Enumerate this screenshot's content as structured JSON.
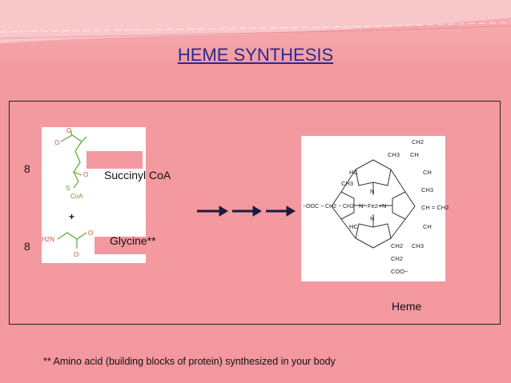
{
  "title": "HEME SYNTHESIS",
  "reactants": {
    "succinyl": {
      "coefficient": "8",
      "label": "Succinyl CoA"
    },
    "plus": "+",
    "glycine": {
      "coefficient": "8",
      "label": "Glycine**"
    }
  },
  "product": {
    "label": "Heme"
  },
  "footnote": "** Amino acid (building blocks of protein) synthesized in your body",
  "structure_labels": {
    "succinyl_coa": [
      "O",
      "O",
      "O",
      "S",
      "CoA"
    ],
    "glycine": [
      "H2N",
      "O",
      "O"
    ],
    "heme": [
      "CH2",
      "CH3",
      "CH",
      "HC",
      "CH",
      "CH3",
      "N",
      "CH3",
      "−OOC − CH2 − CH2",
      "N",
      "Fe2+",
      "N",
      "CH = CH2",
      "N",
      "HC",
      "CH",
      "CH2",
      "CH3",
      "CH2",
      "COO−"
    ]
  },
  "colors": {
    "background": "#f4989f",
    "title": "#2b2a8c",
    "structure_red": "#d64b3a",
    "structure_green": "#5aa832"
  }
}
